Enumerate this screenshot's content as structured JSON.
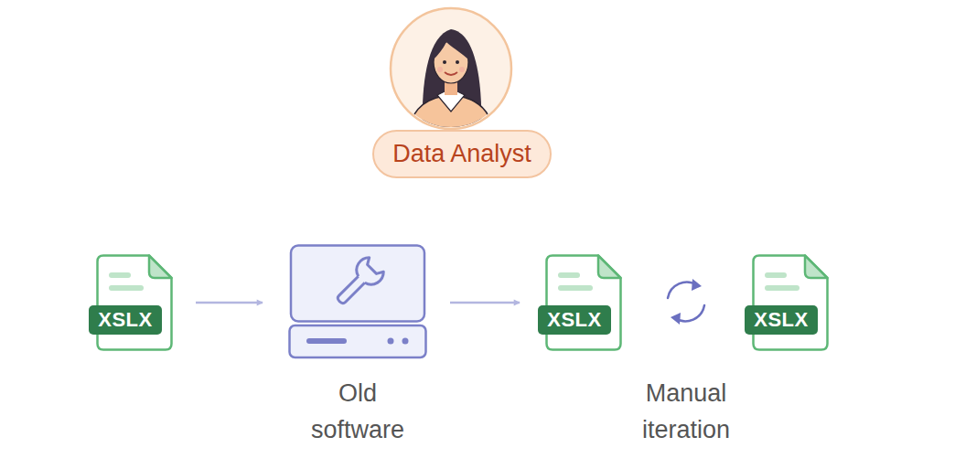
{
  "diagram": {
    "nodes": [
      {
        "text": [
          "Data Analyst"
        ]
      },
      {
        "text": [
          "XSLX"
        ]
      },
      {
        "text": [
          "Old software"
        ]
      },
      {
        "text": [
          "XSLX"
        ]
      },
      {
        "text": [
          "Manual iteration"
        ]
      },
      {
        "text": [
          "XSLX"
        ]
      }
    ],
    "edges": [
      {
        "from": 1,
        "to": 2,
        "arrow": "to"
      },
      {
        "from": 2,
        "to": 3,
        "arrow": "to"
      }
    ]
  }
}
